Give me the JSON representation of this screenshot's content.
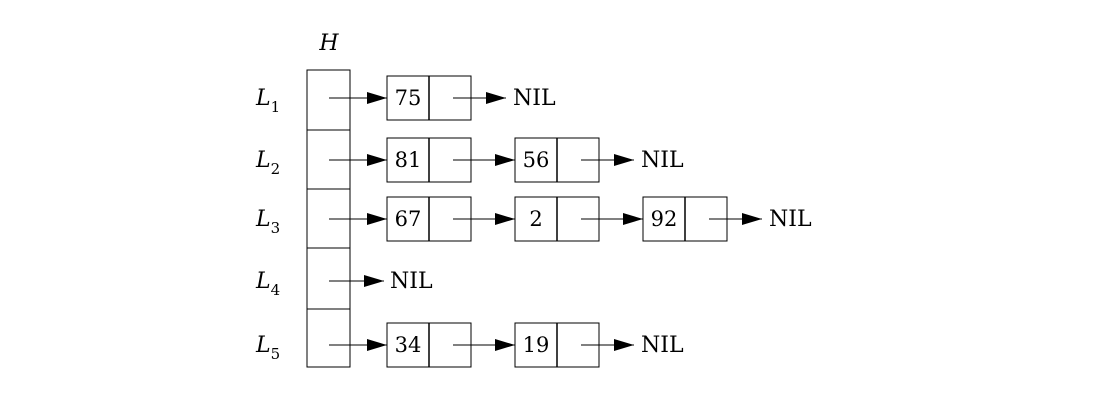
{
  "table": {
    "label": "H",
    "rows": [
      {
        "label": "L",
        "sub": "1",
        "nodes": [
          "75"
        ],
        "terminator": "NIL"
      },
      {
        "label": "L",
        "sub": "2",
        "nodes": [
          "81",
          "56"
        ],
        "terminator": "NIL"
      },
      {
        "label": "L",
        "sub": "3",
        "nodes": [
          "67",
          "2",
          "92"
        ],
        "terminator": "NIL"
      },
      {
        "label": "L",
        "sub": "4",
        "nodes": [],
        "terminator": "NIL"
      },
      {
        "label": "L",
        "sub": "5",
        "nodes": [
          "34",
          "19"
        ],
        "terminator": "NIL"
      }
    ]
  },
  "colors": {
    "stroke": "#000000",
    "background": "#ffffff"
  }
}
